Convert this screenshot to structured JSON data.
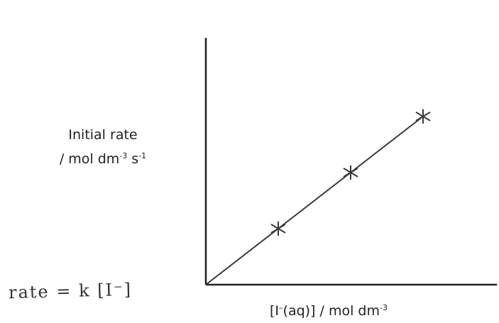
{
  "chart_data": {
    "type": "line",
    "ylabel_main": "Initial rate",
    "ylabel_unit_prefix": "/ mol dm",
    "ylabel_exp1": "-3",
    "ylabel_mid": " s",
    "ylabel_exp2": "-1",
    "xlabel_main": "[I",
    "xlabel_charge": "–",
    "xlabel_rest": "(aq)] / mol dm",
    "xlabel_exp": "-3",
    "x": [
      1,
      2,
      3
    ],
    "y": [
      1,
      2,
      3
    ],
    "line_from_origin": true,
    "xlim": [
      0,
      3.6
    ],
    "ylim": [
      0,
      4.4
    ],
    "grid": false,
    "colors": {
      "line": "#3a3a3a",
      "axis": "#222222"
    }
  },
  "annotation": {
    "text": "rate = k [I⁻]"
  }
}
